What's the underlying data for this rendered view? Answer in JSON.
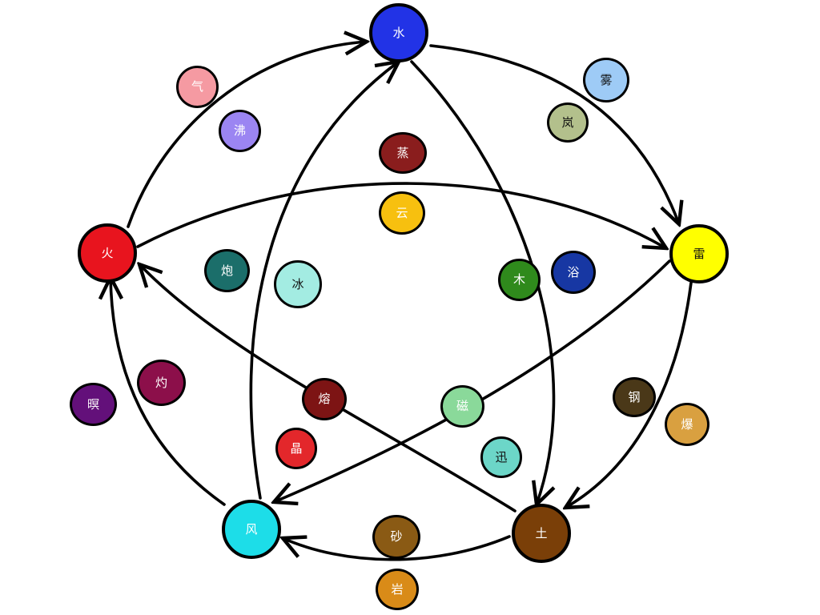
{
  "main_elements": [
    {
      "key": "water",
      "label": "水",
      "color": "#2233e6"
    },
    {
      "key": "thunder",
      "label": "雷",
      "color": "#ffff00"
    },
    {
      "key": "earth",
      "label": "土",
      "color": "#7a3f08"
    },
    {
      "key": "wind",
      "label": "风",
      "color": "#1ddde8"
    },
    {
      "key": "fire",
      "label": "火",
      "color": "#e8141e"
    }
  ],
  "combos": [
    {
      "key": "qi",
      "label": "气",
      "color": "#f59aa2"
    },
    {
      "key": "fei",
      "label": "沸",
      "color": "#9b85f2"
    },
    {
      "key": "wu",
      "label": "雾",
      "color": "#9ecbf6"
    },
    {
      "key": "lan",
      "label": "岚",
      "color": "#b3c08c"
    },
    {
      "key": "zheng",
      "label": "蒸",
      "color": "#8a1d1d"
    },
    {
      "key": "yun",
      "label": "云",
      "color": "#f7c00f"
    },
    {
      "key": "pao",
      "label": "炮",
      "color": "#1b6e6a"
    },
    {
      "key": "bing",
      "label": "冰",
      "color": "#a3ece2"
    },
    {
      "key": "mu",
      "label": "木",
      "color": "#2f8a1c"
    },
    {
      "key": "rong_bath",
      "label": "浴",
      "color": "#1737a3"
    },
    {
      "key": "ming",
      "label": "暝",
      "color": "#63107a"
    },
    {
      "key": "zhuo",
      "label": "灼",
      "color": "#8c0f4a"
    },
    {
      "key": "rong_melt",
      "label": "熔",
      "color": "#7d1414"
    },
    {
      "key": "ci",
      "label": "磁",
      "color": "#8ad99a"
    },
    {
      "key": "ren",
      "label": "钢",
      "color": "#4a3818"
    },
    {
      "key": "bao",
      "label": "爆",
      "color": "#d9a040"
    },
    {
      "key": "jing",
      "label": "晶",
      "color": "#e3272b"
    },
    {
      "key": "xun",
      "label": "迅",
      "color": "#6cd6c8"
    },
    {
      "key": "sha",
      "label": "砂",
      "color": "#8a5a14"
    },
    {
      "key": "yan",
      "label": "岩",
      "color": "#d98b18"
    }
  ]
}
